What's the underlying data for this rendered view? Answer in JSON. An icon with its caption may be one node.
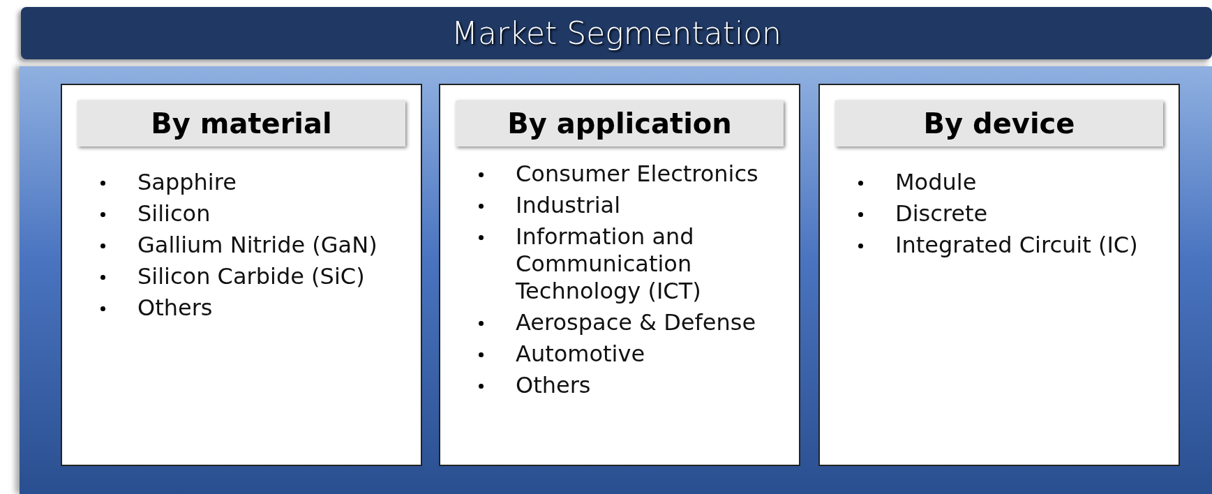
{
  "diagram": {
    "title": "Market Segmentation",
    "nodes": [
      {
        "text": [
          "Sapphire",
          "Silicon",
          "Gallium Nitride (GaN)",
          "Silicon Carbide (SiC)",
          "Others"
        ]
      },
      {
        "text": [
          "By material"
        ],
        "in": 0
      },
      {
        "text": [
          "Consumer Electronics",
          "Industrial",
          "Information and Communication Technology (ICT)",
          "Aerospace & Defense",
          "Automotive",
          "Others"
        ]
      },
      {
        "text": [
          "By application"
        ],
        "in": 2
      },
      {
        "text": [
          "Module",
          "Discrete",
          "Integrated Circuit (IC)"
        ]
      },
      {
        "text": [
          "By device"
        ],
        "in": 4
      }
    ],
    "edges": []
  }
}
